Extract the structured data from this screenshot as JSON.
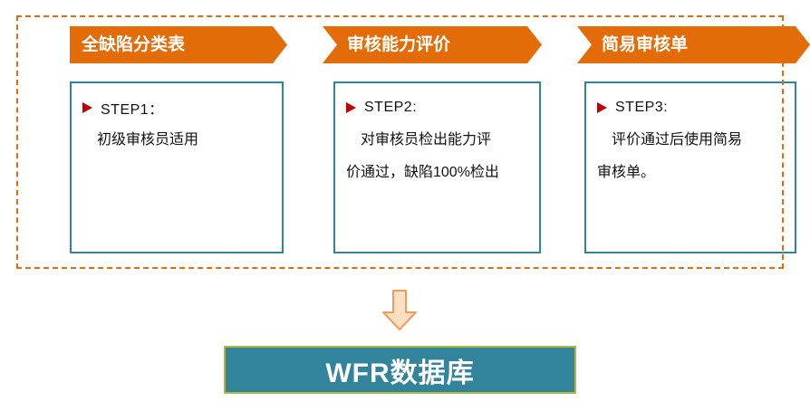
{
  "colors": {
    "orange": "#E36C09",
    "dark_red": "#C00000",
    "teal_border": "#31849B",
    "teal_fill": "#31849B",
    "olive_border": "#AFB63F",
    "peach_fill": "#FCDEC2",
    "peach_border": "#ED9D5F"
  },
  "steps": [
    {
      "header": "全缺陷分类表",
      "bullet_icon": "right-arrowhead",
      "step_label": "STEP1：",
      "lines": [
        "　初级审核员适用"
      ]
    },
    {
      "header": "审核能力评价",
      "bullet_icon": "right-arrowhead",
      "step_label": "STEP2:",
      "lines": [
        "　对审核员检出能力评",
        "价通过，缺陷100%检出"
      ]
    },
    {
      "header": "简易审核单",
      "bullet_icon": "right-arrowhead",
      "step_label": "STEP3:",
      "lines": [
        "　评价通过后使用简易",
        "审核单。"
      ]
    }
  ],
  "flow": {
    "down_arrow_icon": "down-block-arrow"
  },
  "database_label": "WFR数据库"
}
